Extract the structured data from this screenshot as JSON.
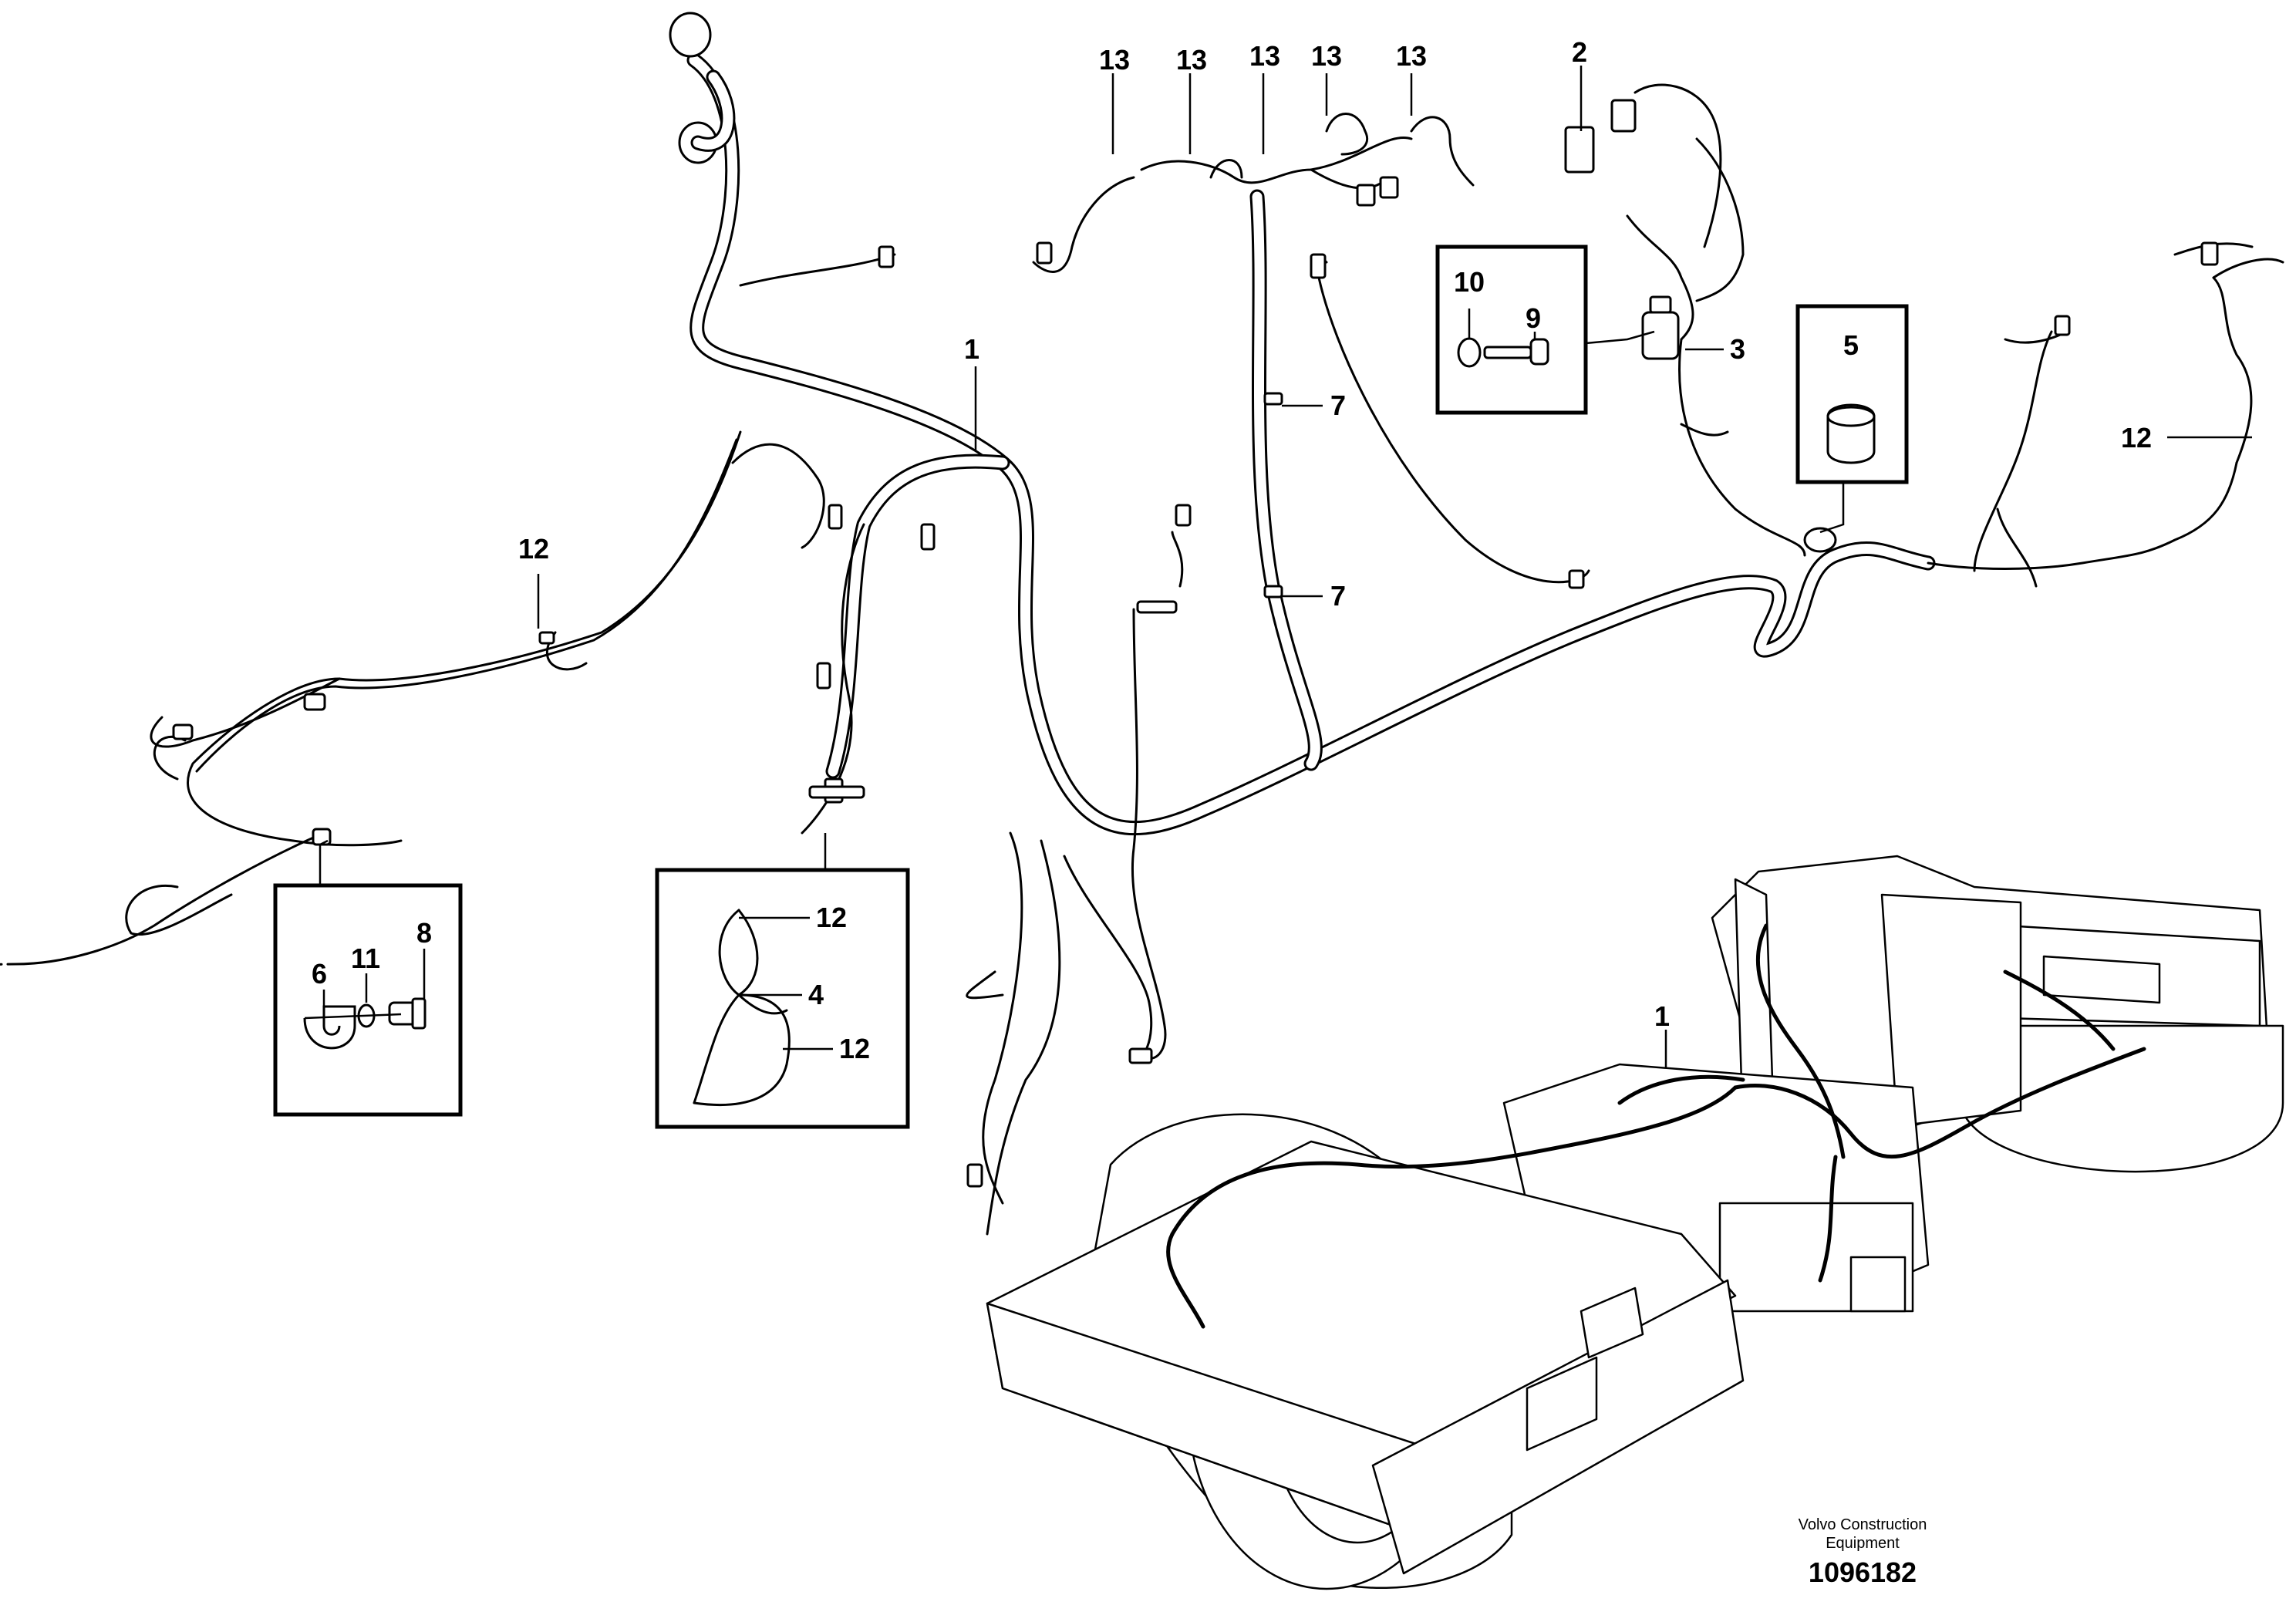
{
  "callouts": [
    {
      "id": "c1",
      "label": "1"
    },
    {
      "id": "c1b",
      "label": "1"
    },
    {
      "id": "c2",
      "label": "2"
    },
    {
      "id": "c3",
      "label": "3"
    },
    {
      "id": "c4",
      "label": "4"
    },
    {
      "id": "c5",
      "label": "5"
    },
    {
      "id": "c6",
      "label": "6"
    },
    {
      "id": "c7a",
      "label": "7"
    },
    {
      "id": "c7b",
      "label": "7"
    },
    {
      "id": "c8",
      "label": "8"
    },
    {
      "id": "c9",
      "label": "9"
    },
    {
      "id": "c10",
      "label": "10"
    },
    {
      "id": "c11",
      "label": "11"
    },
    {
      "id": "c12a",
      "label": "12"
    },
    {
      "id": "c12b",
      "label": "12"
    },
    {
      "id": "c12c",
      "label": "12"
    },
    {
      "id": "c12d",
      "label": "12"
    },
    {
      "id": "c13a",
      "label": "13"
    },
    {
      "id": "c13b",
      "label": "13"
    },
    {
      "id": "c13c",
      "label": "13"
    },
    {
      "id": "c13d",
      "label": "13"
    },
    {
      "id": "c13e",
      "label": "13"
    }
  ],
  "footer": {
    "brand_line1": "Volvo Construction",
    "brand_line2": "Equipment",
    "drawing_number": "1096182"
  }
}
